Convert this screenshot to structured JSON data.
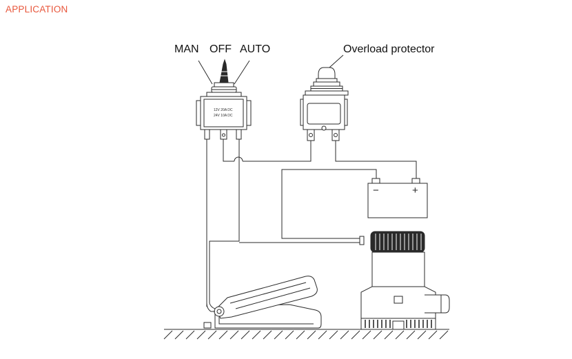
{
  "header": {
    "title": "APPLICATION"
  },
  "colors": {
    "title": "#e8563b",
    "line": "#2a2a2a"
  },
  "switch": {
    "labels": {
      "man": "MAN",
      "off": "OFF",
      "auto": "AUTO"
    },
    "rating_line1": "12V 20A DC",
    "rating_line2": "24V 10A DC"
  },
  "breaker": {
    "label": "Overload protector"
  },
  "battery": {
    "minus": "−",
    "plus": "+"
  },
  "icons": [
    "toggle-switch-icon",
    "circuit-breaker-icon",
    "battery-icon",
    "bilge-pump-icon",
    "float-switch-icon",
    "ground-hatch-icon"
  ]
}
